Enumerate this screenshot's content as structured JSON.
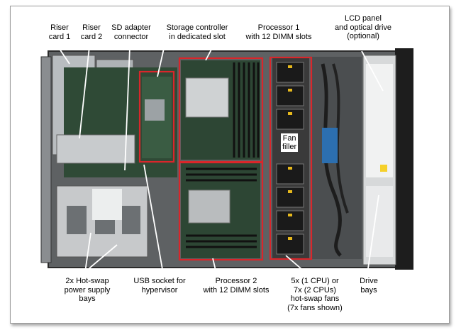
{
  "labels": {
    "riser1": "Riser\ncard 1",
    "riser2": "Riser\ncard 2",
    "sd_adapter": "SD adapter\nconnector",
    "storage_controller": "Storage controller\nin dedicated slot",
    "processor1": "Processor 1\nwith 12 DIMM slots",
    "lcd_panel": "LCD panel\nand optical drive\n(optional)",
    "power_supply": "2x Hot-swap\npower supply\nbays",
    "usb_socket": "USB socket for\nhypervisor",
    "processor2": "Processor 2\nwith 12 DIMM slots",
    "fans": "5x (1 CPU) or\n7x (2 CPUs)\nhot-swap fans\n(7x fans shown)",
    "drive_bays": "Drive\nbays",
    "fan_filler": "Fan\nfiller"
  },
  "colors": {
    "highlight": "#d9262b",
    "pointer": "#ffffff",
    "chassis": "#6b6e70",
    "board": "#2f4a36"
  }
}
